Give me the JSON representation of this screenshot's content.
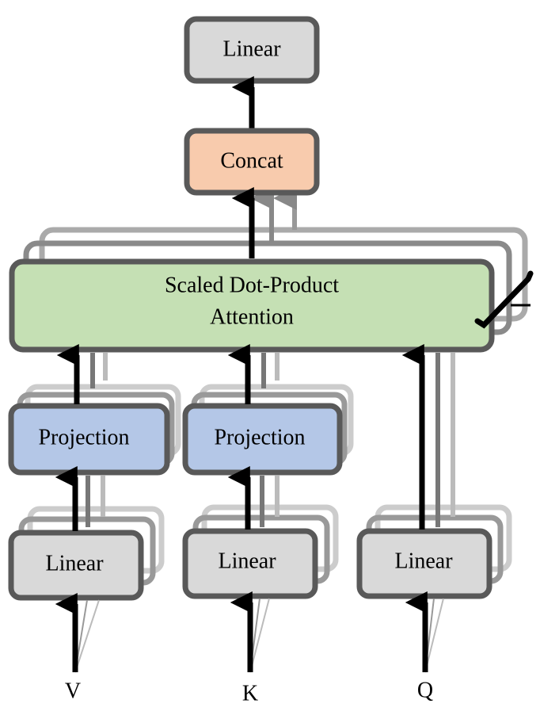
{
  "colors": {
    "linear": "#d9d9d9",
    "concat": "#f8cbad",
    "attention": "#c5e0b4",
    "projection": "#b4c7e7",
    "border": "#595959"
  },
  "boxes": {
    "top_linear": "Linear",
    "concat": "Concat",
    "attention_line1": "Scaled Dot-Product",
    "attention_line2": "Attention",
    "projection_v": "Projection",
    "projection_k": "Projection",
    "linear_v": "Linear",
    "linear_k": "Linear",
    "linear_q": "Linear"
  },
  "inputs": {
    "v": "V",
    "k": "K",
    "q": "Q"
  }
}
